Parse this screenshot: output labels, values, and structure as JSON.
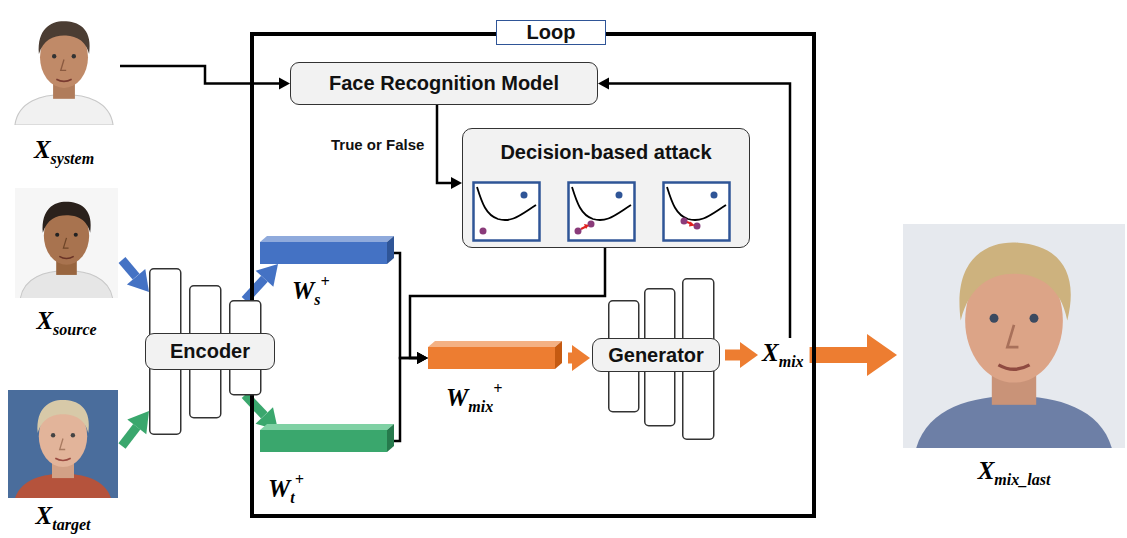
{
  "diagram": {
    "nodes": [
      {
        "text": [
          "X",
          "system"
        ]
      },
      {
        "text": [
          "Loop"
        ]
      },
      {
        "text": [
          "Face Recognition Model"
        ],
        "in": 1
      },
      {
        "text": [
          "Decision-based attack"
        ],
        "in": 1
      },
      {
        "text": [
          "X",
          "source"
        ]
      },
      {
        "text": [
          "X",
          "target"
        ]
      },
      {
        "text": [
          "Encoder"
        ]
      },
      {
        "text": [
          "W",
          "s",
          "+"
        ],
        "in": 1
      },
      {
        "text": [
          "W",
          "t",
          "+"
        ],
        "in": 1
      },
      {
        "text": [
          "W",
          "mix",
          "+"
        ],
        "in": 1
      },
      {
        "text": [
          "Generator"
        ],
        "in": 1
      },
      {
        "text": [
          "X",
          "mix"
        ],
        "in": 1
      },
      {
        "text": [
          "X",
          "mix_last"
        ]
      }
    ],
    "edges": [
      {
        "from": 0,
        "to": 2,
        "arrow": "to"
      },
      {
        "from": 2,
        "to": 3,
        "label": "True or False",
        "arrow": "to"
      },
      {
        "from": 3,
        "to": 9,
        "arrow": "to"
      },
      {
        "from": 4,
        "to": 6,
        "arrow": "to"
      },
      {
        "from": 5,
        "to": 6,
        "arrow": "to"
      },
      {
        "from": 6,
        "to": 7,
        "arrow": "to"
      },
      {
        "from": 6,
        "to": 8,
        "arrow": "to"
      },
      {
        "from": 7,
        "to": 9,
        "arrow": "to"
      },
      {
        "from": 8,
        "to": 9,
        "arrow": "to"
      },
      {
        "from": 9,
        "to": 10,
        "arrow": "to"
      },
      {
        "from": 10,
        "to": 11,
        "arrow": "to"
      },
      {
        "from": 11,
        "to": 2,
        "arrow": "to"
      },
      {
        "from": 11,
        "to": 12,
        "arrow": "to"
      }
    ]
  }
}
